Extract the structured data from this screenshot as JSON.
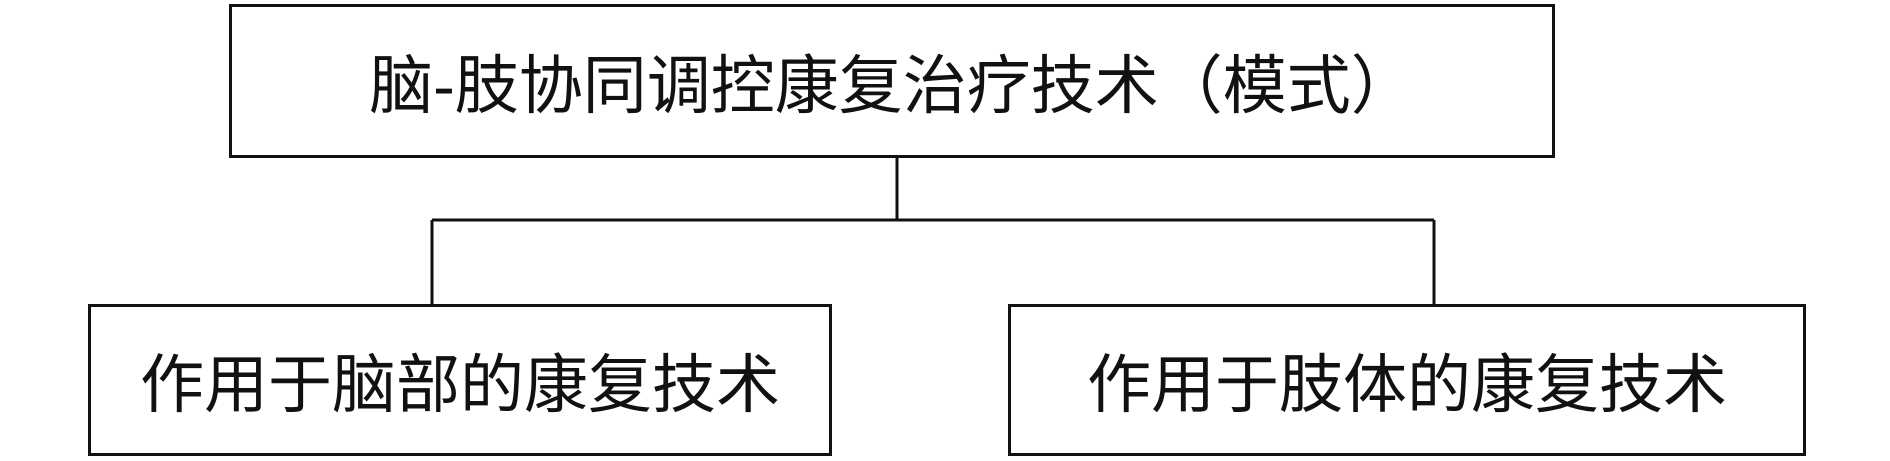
{
  "diagram": {
    "root": {
      "label": "脑-肢协同调控康复治疗技术（模式）"
    },
    "children": [
      {
        "label": "作用于脑部的康复技术"
      },
      {
        "label": "作用于肢体的康复技术"
      }
    ],
    "colors": {
      "stroke": "#111111",
      "background": "#ffffff"
    }
  }
}
